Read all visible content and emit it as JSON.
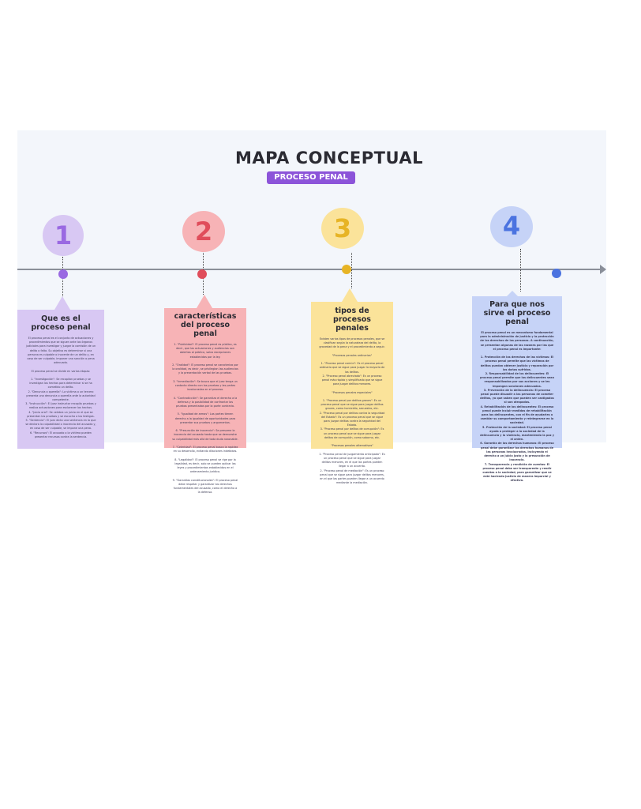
{
  "header": {
    "title": "MAPA CONCEPTUAL",
    "subtitle": "PROCESO PENAL"
  },
  "colors": {
    "purple": "#d8c8f3",
    "purple_accent": "#9a69e2",
    "pink": "#f7b3b6",
    "pink_accent": "#e04d5b",
    "yellow": "#fbe39a",
    "yellow_accent": "#e7b425",
    "blue": "#c6d3f7",
    "blue_accent": "#4b73e0"
  },
  "nodes": [
    {
      "number": "1",
      "title": "Que es el\nproceso penal",
      "body": "El proceso penal es el conjunto de actuaciones y procedimientos que se siguen ante los órganos judiciales para investigar y juzgar la comisión de un delito o falta. Su objetivo es determinar si una persona es culpable o inocente de un delito y, en caso de ser culpable, imponer una sanción o pena adecuada.\n\nEl proceso penal se divide en varias etapas:\n\n1. \"Investigación\": Se recopilan pruebas y se investigan los hechos para determinar si se ha cometido un delito.\n2. \"Denuncia o querella\": La víctima o un tercero presenta una denuncia o querella ante la autoridad competente.\n3. \"Instrucción\": El juez instructor recopila pruebas y realiza actuaciones para esclarecer los hechos.\n4. \"Juicio oral\": Se celebra un juicio en el que se presentan las pruebas y se escucha a los testigos.\n5. \"Sentencia\": El juez dicta una sentencia en la que se declara la culpabilidad o inocencia del acusado y, en caso de ser culpable, se impone una pena.\n6. \"Recursos\": El acusado o la víctima pueden presentar recursos contra la sentencia."
    },
    {
      "number": "2",
      "title": "características\ndel proceso\npenal",
      "body": "1. \"Publicidad\": El proceso penal es público, es decir, que las actuaciones y audiencias son abiertas al público, salvo excepciones establecidas por la ley.\n\n2. \"Oralidad\": El proceso penal se caracteriza por la oralidad, es decir, se privilegian las audiencias y la presentación verbal de las pruebas.\n\n3. \"Inmediación\": Se busca que el juez tenga un contacto directo con las pruebas y las partes involucradas en el proceso.\n\n4. \"Contradicción\": Se garantiza el derecho a la defensa y la posibilidad de confrontar las pruebas presentadas por la parte contraria.\n\n5. \"Igualdad de armas\": Las partes tienen derecho a la igualdad de oportunidades para presentar sus pruebas y argumentos.\n\n6. \"Presunción de inocencia\": Se presume la inocencia del acusado hasta que se demuestre su culpabilidad más allá de toda duda razonable.\n\n7. \"Celeridad\": El proceso penal busca la rapidez en su desarrollo, evitando dilaciones indebidas.\n\n8. \"Legalidad\": El proceso penal se rige por la legalidad, es decir, solo se pueden aplicar las leyes y procedimientos establecidos en el ordenamiento jurídico.\n\n9. \"Garantías constitucionales\": El proceso penal debe respetar y garantizar los derechos fundamentales del acusado, como el derecho a la defensa."
    },
    {
      "number": "3",
      "title": "tipos de procesos\npenales",
      "body": "Existen varios tipos de procesos penales, que se clasifican según la naturaleza del delito, la gravedad de la pena y el procedimiento a seguir.\n\n\"Procesos penales ordinarios\"\n\n1. \"Proceso penal común\": Es el proceso penal ordinario que se sigue para juzgar la mayoría de los delitos.\n2. \"Proceso penal abreviado\": Es un proceso penal más rápido y simplificado que se sigue para juzgar delitos menores.\n\n\"Procesos penales especiales\"\n\n1. \"Proceso penal por delitos graves\": Es un proceso penal que se sigue para juzgar delitos graves, como homicidio, secuestro, etc.\n2. \"Proceso penal por delitos contra la seguridad del Estado\": Es un proceso penal que se sigue para juzgar delitos contra la seguridad del Estado.\n3. \"Proceso penal por delitos de corrupción\": Es un proceso penal que se sigue para juzgar delitos de corrupción, como soborno, etc.\n\n\"Procesos penales alternativos\"\n\n1. \"Proceso penal de juzgamiento anticipado\": Es un proceso penal que se sigue para juzgar delitos menores, en el que las partes pueden llegar a un acuerdo.\n2. \"Proceso penal de mediación\": Es un proceso penal que se sigue para juzgar delitos menores, en el que las partes pueden llegar a un acuerdo mediante la mediación."
    },
    {
      "number": "4",
      "title": "Para que nos\nsirve el proceso\npenal",
      "body": "El proceso penal es un mecanismo fundamental para la administración de justicia y la protección de los derechos de las personas. A continuación, se presentan algunas de las razones por las que el proceso penal es importante:\n\n1. Protección de los derechos de las víctimas: El proceso penal permite que las víctimas de delitos puedan obtener justicia y reparación por los daños sufridos.\n2. Responsabilidad de los delincuentes: El proceso penal permite que los delincuentes sean responsabilizados por sus acciones y se les impongan sanciones adecuadas.\n3. Prevención de la delincuencia: El proceso penal puede disuadir a las personas de cometer delitos, ya que saben que pueden ser castigados si son atrapados.\n4. Rehabilitación de los delincuentes: El proceso penal puede incluir medidas de rehabilitación para los delincuentes, con el fin de ayudarles a cambiar su comportamiento y reintegrarse en la sociedad.\n5. Protección de la sociedad: El proceso penal ayuda a proteger a la sociedad de la delincuencia y la violencia, manteniendo la paz y el orden.\n6. Garantía de los derechos humanos: El proceso penal debe garantizar los derechos humanos de las personas involucradas, incluyendo el derecho a un juicio justo y la presunción de inocencia.\n7. Transparencia y rendición de cuentas: El proceso penal debe ser transparente y rendir cuentas a la sociedad, para garantizar que se está haciendo justicia de manera imparcial y efectiva."
    }
  ]
}
